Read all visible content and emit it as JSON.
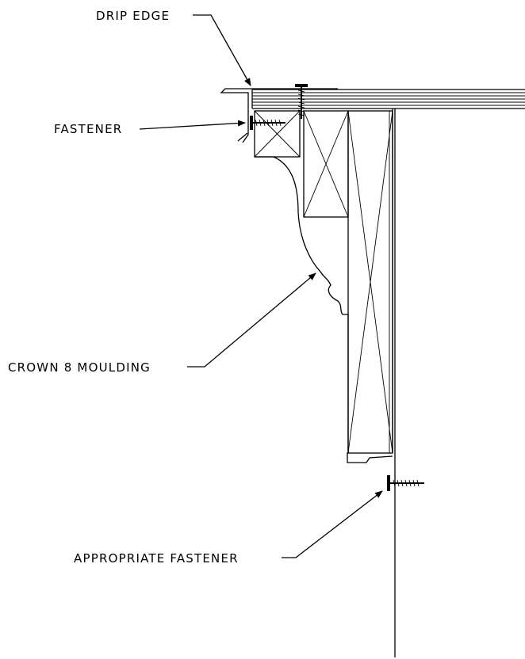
{
  "labels": {
    "drip_edge": "DRIP EDGE",
    "fastener": "FASTENER",
    "crown_moulding": "CROWN 8 MOULDING",
    "appropriate_fastener": "APPROPRIATE FASTENER"
  },
  "colors": {
    "line": "#000000",
    "background": "#ffffff"
  }
}
